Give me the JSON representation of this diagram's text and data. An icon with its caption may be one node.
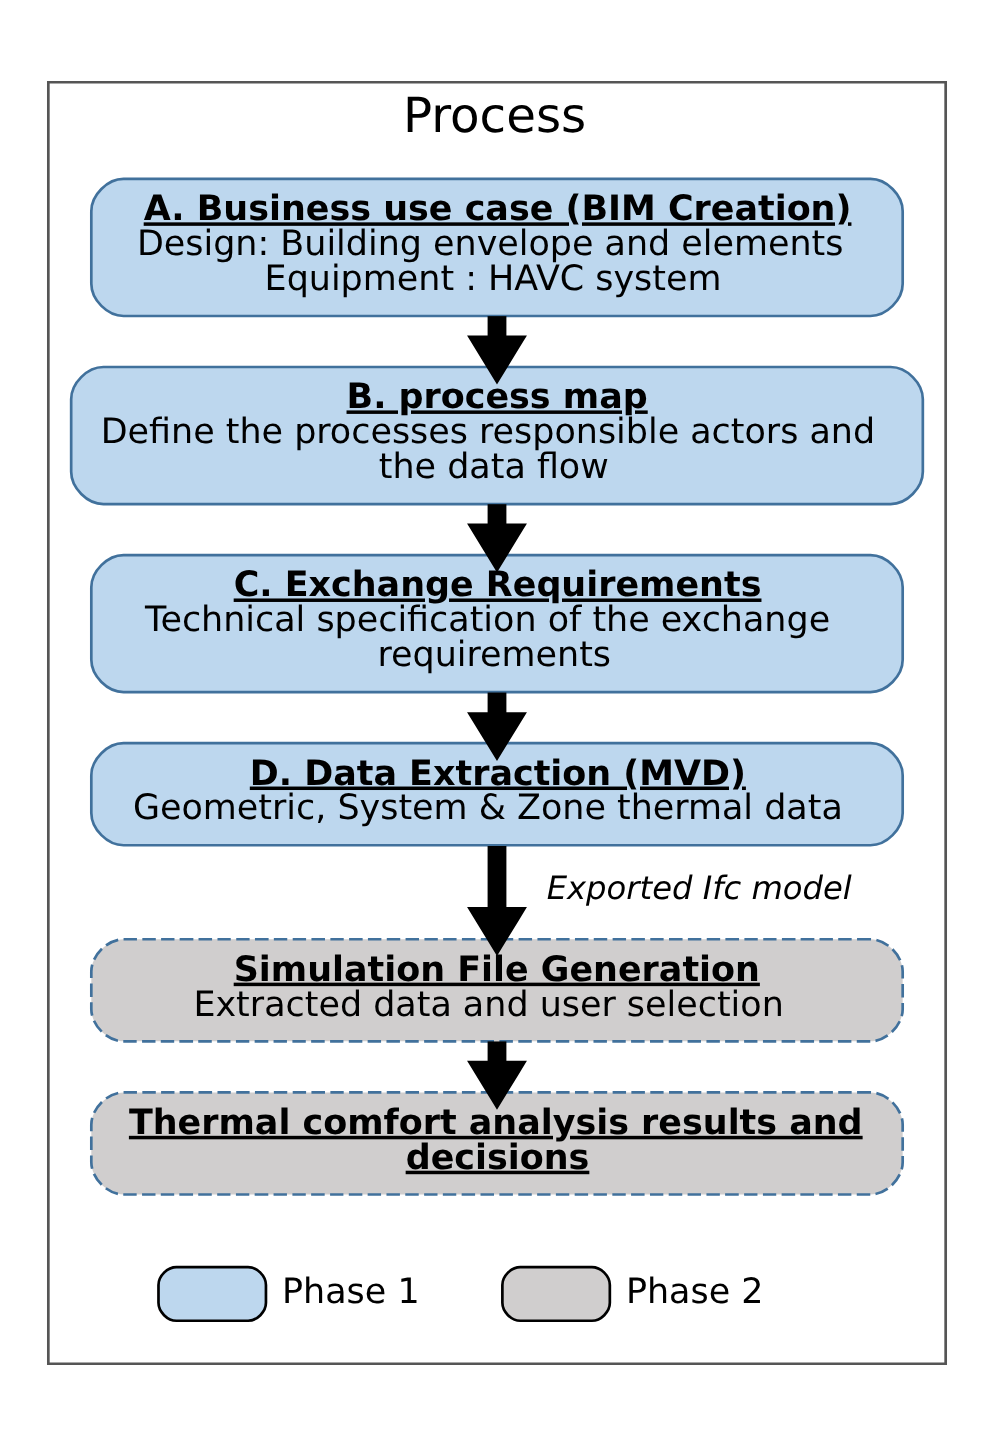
{
  "diagram": {
    "nodes": [
      {
        "text": [
          "Process"
        ]
      },
      {
        "text": [
          "A. Business use case (BIM Creation)",
          "Design: Building envelope and elements",
          "Equipment : HAVC system"
        ],
        "in": 0
      },
      {
        "text": [
          "B. process map",
          "Define the processes responsible actors and the data flow"
        ],
        "in": 0
      },
      {
        "text": [
          "C. Exchange Requirements",
          "Technical specification of the exchange requirements"
        ],
        "in": 0
      },
      {
        "text": [
          "D. Data Extraction (MVD)",
          "Geometric, System & Zone thermal data"
        ],
        "in": 0
      },
      {
        "text": [
          "Simulation File Generation",
          "Extracted data and user selection"
        ],
        "in": 0
      },
      {
        "text": [
          "Thermal comfort analysis results and decisions"
        ],
        "in": 0
      }
    ],
    "edges": [
      {
        "from": 1,
        "to": 2,
        "arrow": "to"
      },
      {
        "from": 2,
        "to": 3,
        "arrow": "to"
      },
      {
        "from": 3,
        "to": 4,
        "arrow": "to"
      },
      {
        "from": 4,
        "to": 5,
        "arrow": "to",
        "label": "Exported Ifc model"
      },
      {
        "from": 5,
        "to": 6,
        "arrow": "to"
      }
    ],
    "legend": [
      {
        "text": "Phase 1",
        "color": "#bdd7ee"
      },
      {
        "text": "Phase 2",
        "color": "#d0cece"
      }
    ]
  }
}
